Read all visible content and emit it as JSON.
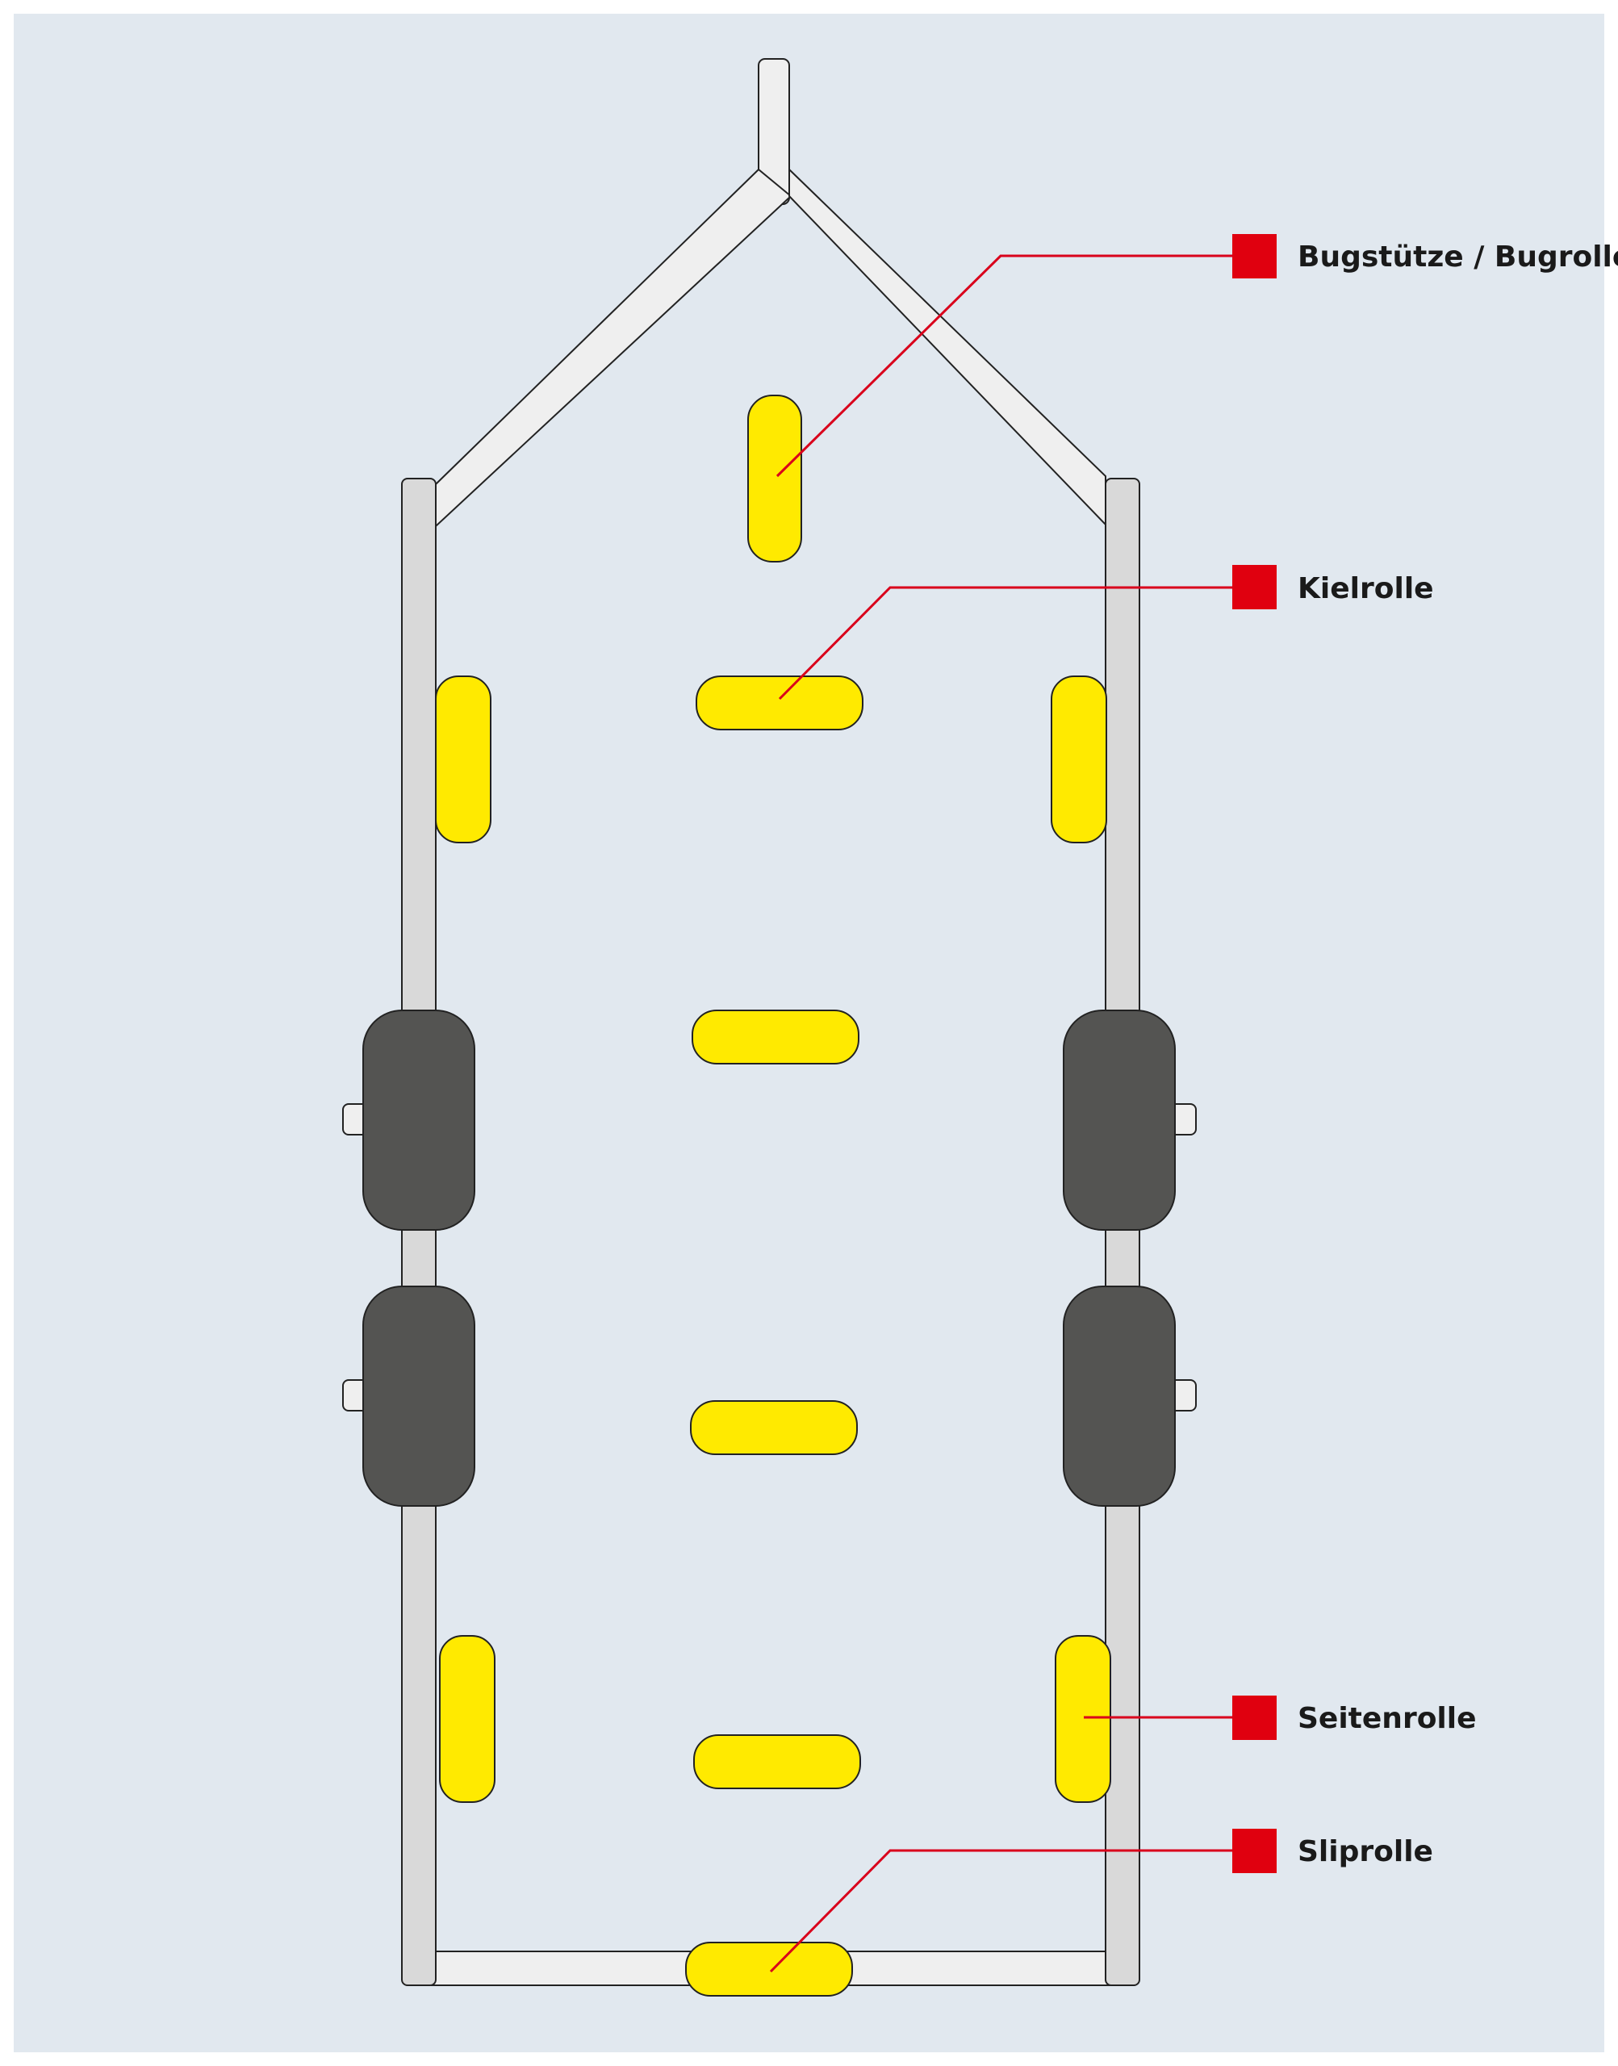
{
  "colors": {
    "background": "#e1e8ef",
    "frame": "#d9d9d9",
    "frame_light": "#efefef",
    "outline": "#222222",
    "roller": "#ffea00",
    "tire": "#545452",
    "leader": "#d9001b",
    "marker": "#e0000f"
  },
  "labels": {
    "bow_support": "Bugstütze / Bugrolle",
    "keel_roller": "Kielrolle",
    "side_roller": "Seitenrolle",
    "slip_roller": "Sliprolle"
  }
}
